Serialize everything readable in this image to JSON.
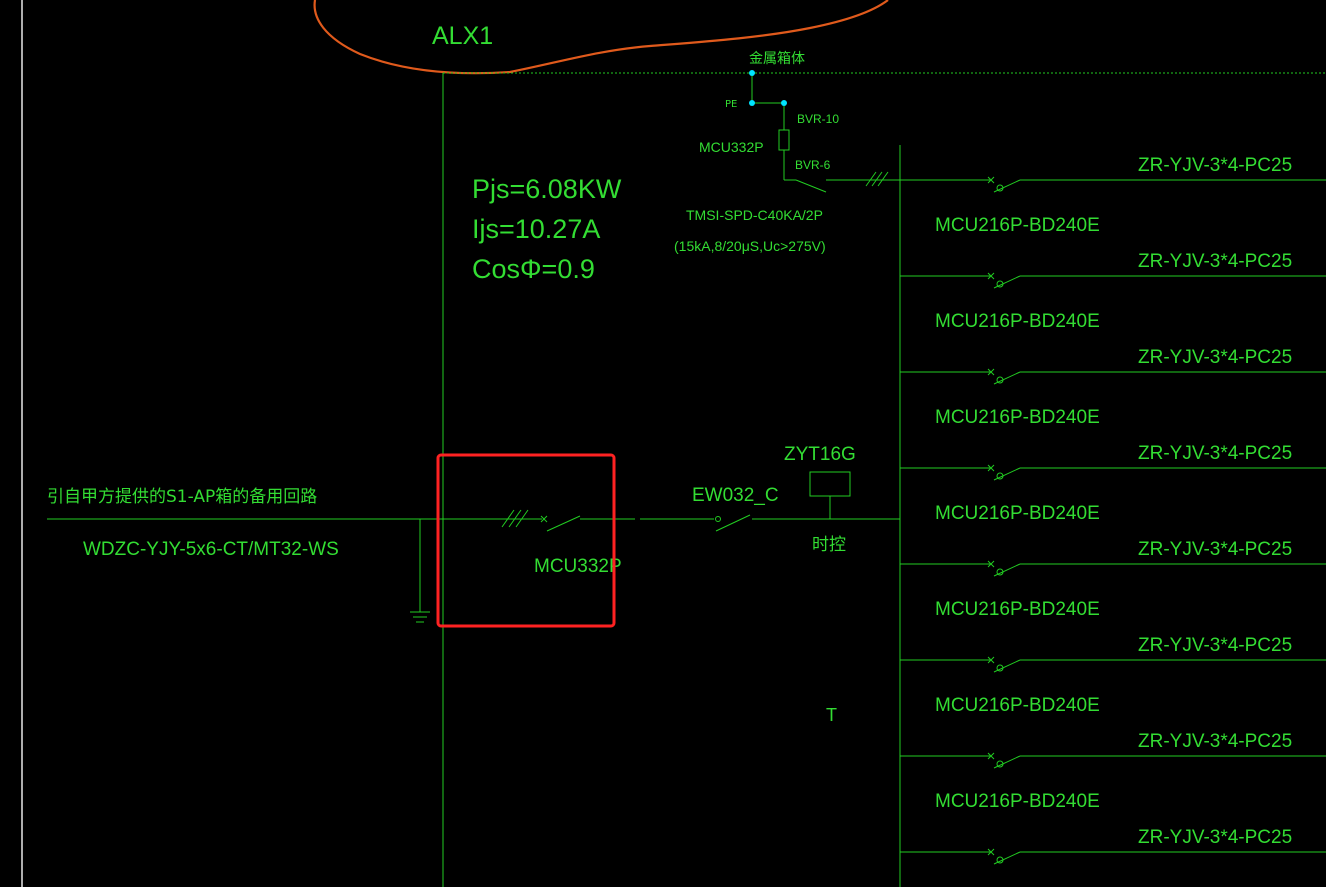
{
  "colors": {
    "background": "#000000",
    "line": "#22cc22",
    "text": "#33dd33",
    "node": "#00e5ff",
    "cloud": "#e05a1c",
    "highlight": "#ff2222",
    "frame": "#e8e8e8"
  },
  "panel": {
    "name": "ALX1",
    "enclosure_label": "金属箱体",
    "pe_label": "PE"
  },
  "calc": {
    "pjs": "Pjs=6.08KW",
    "ijs": "Ijs=10.27A",
    "cos": "CosΦ=0.9"
  },
  "spd": {
    "wire1": "BVR-10",
    "breaker": "MCU332P",
    "wire2": "BVR-6",
    "model": "TMSI-SPD-C40KA/2P",
    "spec": "(15kA,8/20μS,Uc>275V)"
  },
  "incoming": {
    "source": "引自甲方提供的S1-AP箱的备用回路",
    "cable": "WDZC-YJY-5x6-CT/MT32-WS",
    "main_breaker": "MCU332P"
  },
  "contactor": {
    "label": "EW032_C",
    "timer_model": "ZYT16G",
    "timer_label": "时控"
  },
  "marker": "T",
  "feeders": [
    {
      "cable": "ZR-YJV-3*4-PC25",
      "breaker": "MCU216P-BD240E"
    },
    {
      "cable": "ZR-YJV-3*4-PC25",
      "breaker": "MCU216P-BD240E"
    },
    {
      "cable": "ZR-YJV-3*4-PC25",
      "breaker": "MCU216P-BD240E"
    },
    {
      "cable": "ZR-YJV-3*4-PC25",
      "breaker": "MCU216P-BD240E"
    },
    {
      "cable": "ZR-YJV-3*4-PC25",
      "breaker": "MCU216P-BD240E"
    },
    {
      "cable": "ZR-YJV-3*4-PC25",
      "breaker": "MCU216P-BD240E"
    },
    {
      "cable": "ZR-YJV-3*4-PC25",
      "breaker": "MCU216P-BD240E"
    },
    {
      "cable": "ZR-YJV-3*4-PC25",
      "breaker": null
    }
  ]
}
